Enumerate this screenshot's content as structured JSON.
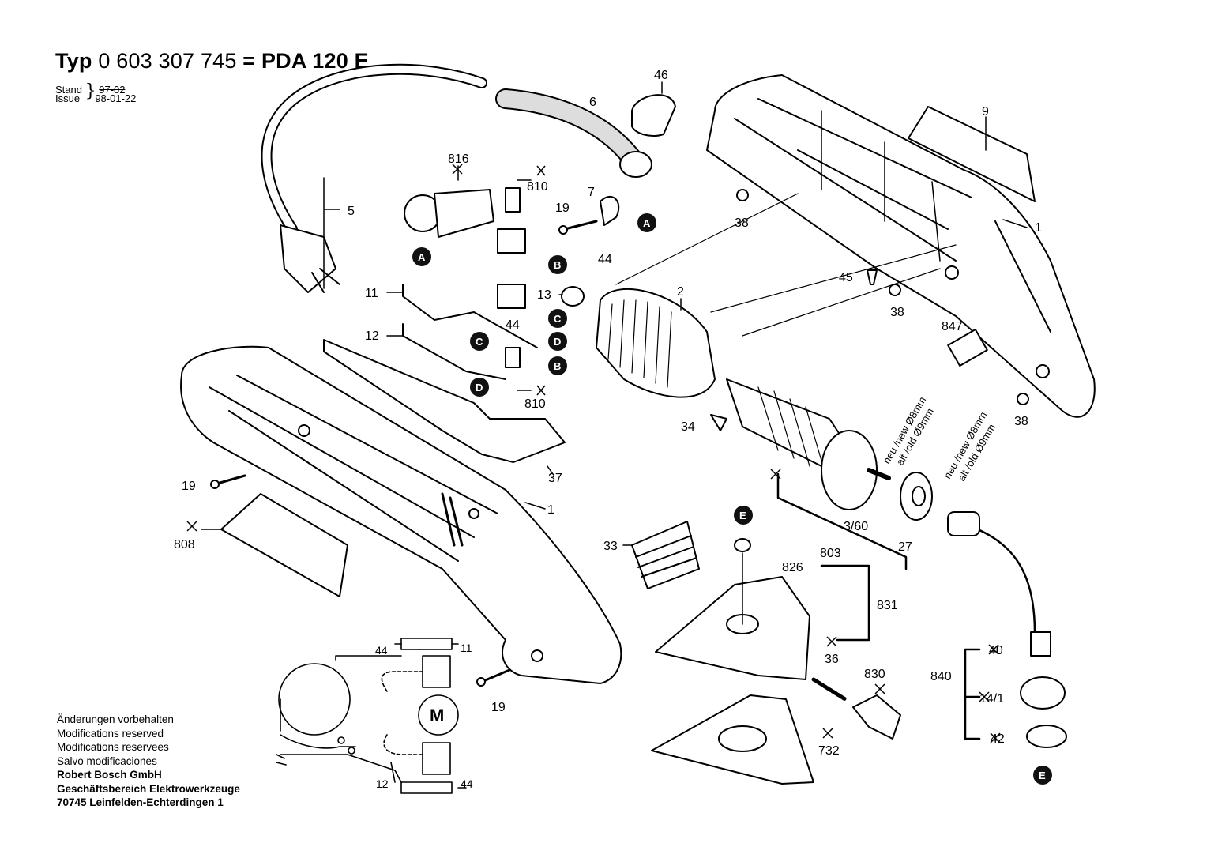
{
  "header": {
    "typ_label": "Typ",
    "part_number_a": "0 603 307",
    "part_number_b": "745",
    "equals": "=",
    "model": "PDA 120 E",
    "stand_label": "Stand",
    "stand_value": "97-02",
    "issue_label": "Issue",
    "issue_value": "98-01-22"
  },
  "footer": {
    "lines": [
      "Änderungen vorbehalten",
      "Modifications reserved",
      "Modifications reservees",
      "Salvo modificaciones"
    ],
    "company": "Robert Bosch GmbH",
    "division": "Geschäftsbereich Elektrowerkzeuge",
    "address": "70745 Leinfelden-Echterdingen 1"
  },
  "part_labels": {
    "p46": "46",
    "p6": "6",
    "p9": "9",
    "p816": "816",
    "p810a": "810",
    "p810b": "810",
    "p5": "5",
    "p19a": "19",
    "p7": "7",
    "p38a": "38",
    "p44a": "44",
    "p1a": "1",
    "p45": "45",
    "p38b": "38",
    "p11a": "11",
    "p13": "13",
    "p2": "2",
    "p44b": "44",
    "p12a": "12",
    "p847": "847",
    "p34": "34",
    "p38c": "38",
    "p37": "37",
    "p19b": "19",
    "p1b": "1",
    "p808": "808",
    "p360": "3/60",
    "p803": "803",
    "p27": "27",
    "p33": "33",
    "p826": "826",
    "p831": "831",
    "p36": "36",
    "p830": "830",
    "p840": "840",
    "p40": "40",
    "p141": "14/1",
    "p42": "42",
    "p732": "732",
    "p19c": "19",
    "p44c": "44",
    "p11b": "11",
    "p12b": "12",
    "p44d": "44"
  },
  "rotated_notes": {
    "armature_new": "neu /new Ø8mm",
    "armature_old": "alt /old Ø9mm",
    "bearing_new": "neu /new Ø8mm",
    "bearing_old": "alt /old Ø9mm"
  },
  "connector_markers": {
    "a1": "A",
    "a2": "A",
    "b1": "B",
    "b2": "B",
    "c1": "C",
    "c2": "C",
    "d1": "D",
    "d2": "D",
    "e1": "E",
    "e2": "E"
  },
  "motor_symbol": "M",
  "colors": {
    "ink": "#000000",
    "paper": "#ffffff",
    "marker": "#111111"
  }
}
